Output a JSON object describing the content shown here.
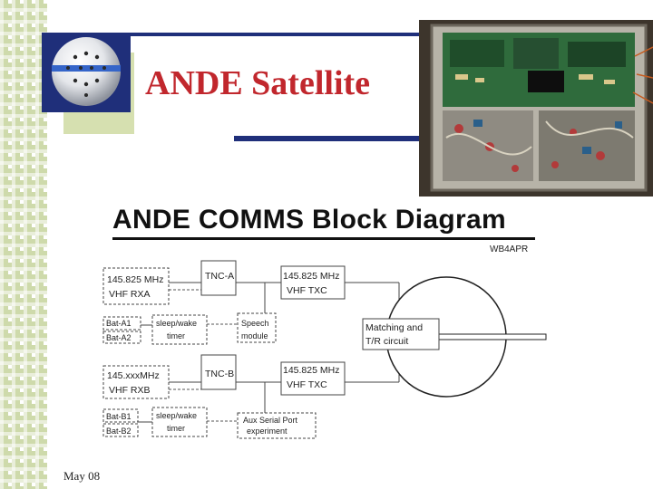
{
  "slide": {
    "title": "ANDE Satellite",
    "date": "May 08"
  },
  "diagram": {
    "heading": "ANDE COMMS Block Diagram",
    "callsign": "WB4APR",
    "blocks": {
      "rxa_freq": "145.825 MHz",
      "rxa_name": "VHF RXA",
      "tnca": "TNC-A",
      "txc1_freq": "145.825 MHz",
      "txc1_name": "VHF TXC",
      "bat_a1": "Bat-A1",
      "bat_a2": "Bat-A2",
      "timer_a_1": "sleep/wake",
      "timer_a_2": "timer",
      "speech_1": "Speech",
      "speech_2": "module",
      "match_1": "Matching and",
      "match_2": "T/R circuit",
      "rxb_freq": "145.xxxMHz",
      "rxb_name": "VHF RXB",
      "tncb": "TNC-B",
      "txc2_freq": "145.825 MHz",
      "txc2_name": "VHF TXC",
      "bat_b1": "Bat-B1",
      "bat_b2": "Bat-B2",
      "timer_b_1": "sleep/wake",
      "timer_b_2": "timer",
      "aux_1": "Aux Serial Port",
      "aux_2": "experiment"
    }
  },
  "colors": {
    "title_red": "#c1272d",
    "navy_bar": "#1f2f7a",
    "grid_green": "#c9d6a3"
  },
  "icons": {
    "logo": "satellite-sphere-logo",
    "photo": "satellite-electronics-photo"
  }
}
